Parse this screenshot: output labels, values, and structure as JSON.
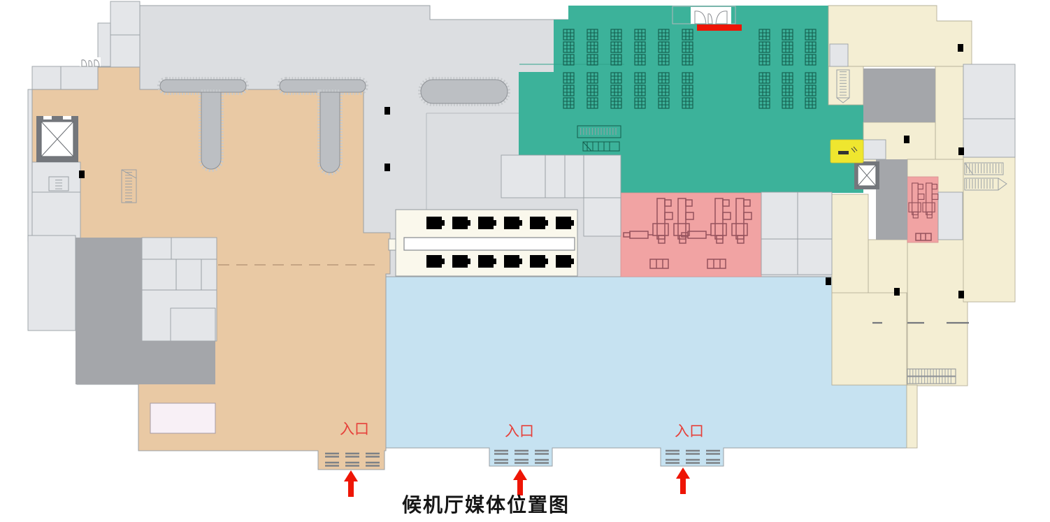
{
  "title": "候机厅媒体位置图",
  "entrances": [
    {
      "label": "入口"
    },
    {
      "label": "入口"
    },
    {
      "label": "入口"
    }
  ],
  "markers": [
    {
      "id": "media-position-bar",
      "shape": "red-bar",
      "color": "#ee1505"
    },
    {
      "id": "media-position-booth",
      "shape": "yellow-booth",
      "color": "#efe62f"
    }
  ],
  "regions": [
    {
      "id": "waiting-area",
      "color": "#3cb29a"
    },
    {
      "id": "departure-hall",
      "color": "#e9c9a4"
    },
    {
      "id": "entrance-hall",
      "color": "#c6e2f1"
    },
    {
      "id": "security-zone-main",
      "color": "#f1a3a3"
    },
    {
      "id": "security-zone-east",
      "color": "#f1a3a3"
    },
    {
      "id": "commercial-area",
      "color": "#f4eed3"
    },
    {
      "id": "concourse",
      "color": "#dcdee1"
    }
  ],
  "icons": {
    "elevator-icon": "crossed-square",
    "stairs-icon": "hatched-steps",
    "escalator-icon": "hatched-strip",
    "baggage-carousel-icon": "rounded-track",
    "seat-bench-icon": "grid-square",
    "security-scanner-icon": "xray-outline",
    "checkin-desk-icon": "square-with-legs",
    "entrance-door-icon": "dashed-bars",
    "entrance-arrow-icon": "red-up-arrow",
    "swing-door-icon": "white-leaf"
  },
  "palette": {
    "concourse": "#dcdee1",
    "room": "#e4e6e9",
    "midgray": "#a4a6aa",
    "framegray": "#74777c",
    "line": "#9aa0a5",
    "tan": "#e9c9a4",
    "green": "#3cb29a",
    "seat": "#135c4c",
    "blue": "#c6e2f1",
    "cream": "#f4eed3",
    "creamline": "#b5b099",
    "island": "#faf8ec",
    "pink": "#f1a3a3",
    "scan": "#95525c",
    "yellow": "#efe62f",
    "red": "#ee1505",
    "redtext": "#e6403a",
    "ink": "#161616",
    "carousel": "#bcbfc3",
    "tread": "#c7cacd"
  }
}
